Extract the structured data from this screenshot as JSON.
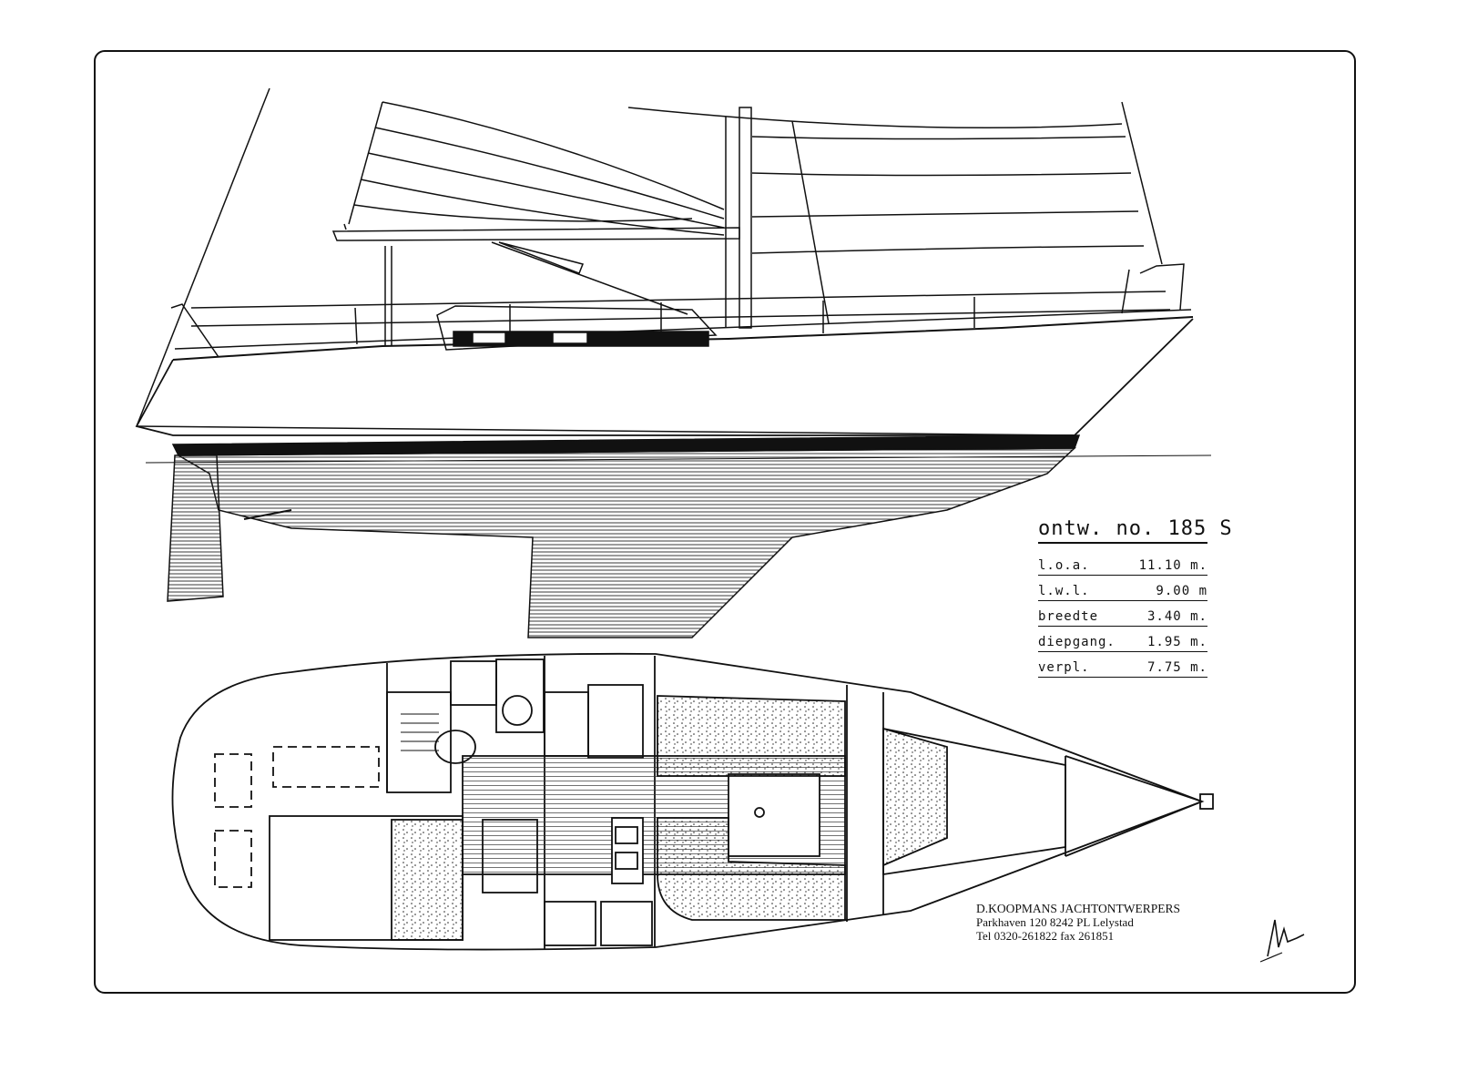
{
  "design": {
    "number_label": "ontw. no. 185 S"
  },
  "specs": [
    {
      "label": "l.o.a.",
      "value": "11.10  m."
    },
    {
      "label": "l.w.l.",
      "value": "9.00  m"
    },
    {
      "label": "breedte",
      "value": "3.40  m."
    },
    {
      "label": "diepgang.",
      "value": "1.95  m."
    },
    {
      "label": "verpl.",
      "value": "7.75  m."
    }
  ],
  "designer": {
    "firm": "D.KOOPMANS JACHTONTWERPERS",
    "address": "Parkhaven 120 8242 PL Lelystad",
    "contact": "Tel 0320-261822 fax 261851"
  },
  "colors": {
    "ink": "#111111",
    "paper": "#ffffff"
  }
}
